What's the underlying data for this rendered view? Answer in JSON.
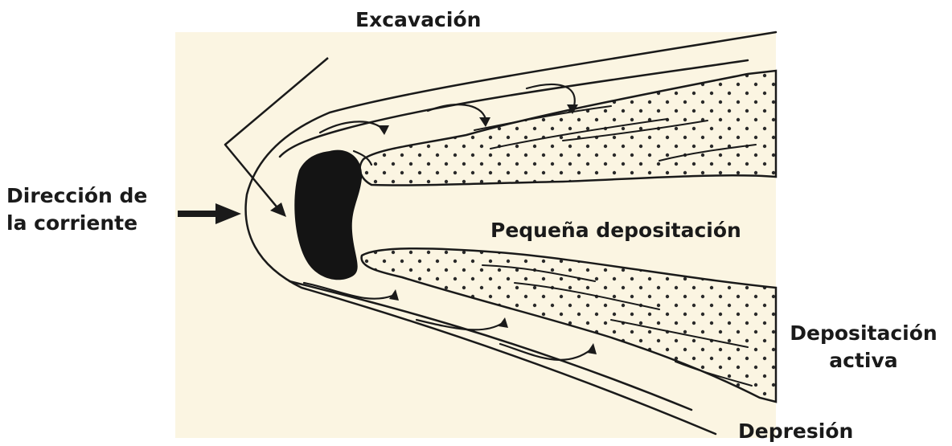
{
  "diagram": {
    "labels": {
      "excavation": "Excavación",
      "current_line1": "Dirección de",
      "current_line2": "la corriente",
      "small_deposition": "Pequeña depositación",
      "active_line1": "Depositación",
      "active_line2": "activa",
      "depression": "Depresión"
    },
    "colors": {
      "panel": "#fbf5e2",
      "ink": "#1a1a1a",
      "obstacle": "#141414",
      "stipple": "#2a2a2a"
    }
  }
}
